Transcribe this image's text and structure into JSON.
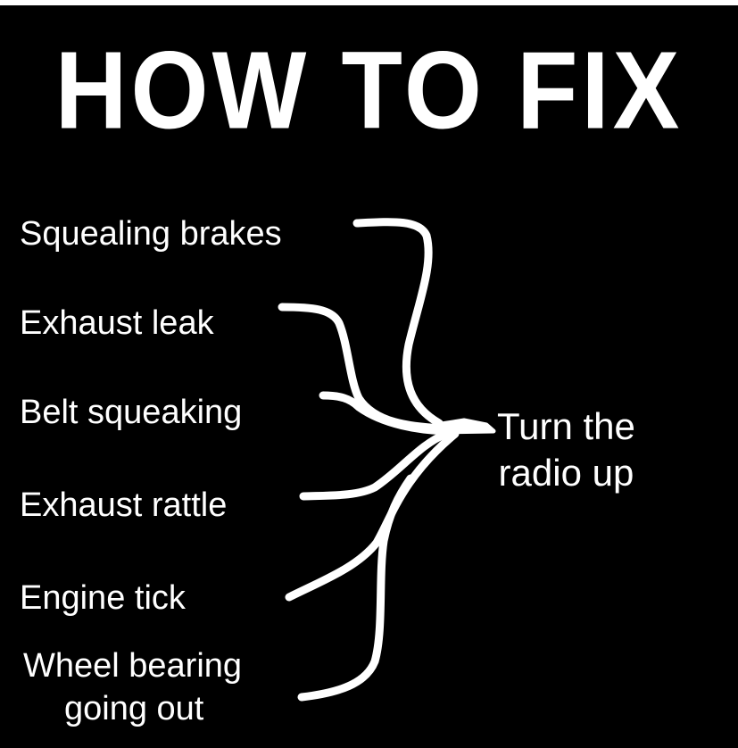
{
  "title": "HOW TO FIX",
  "problems": [
    "Squealing brakes",
    "Exhaust leak",
    "Belt squeaking",
    "Exhaust rattle",
    "Engine tick",
    "Wheel bearing",
    "going out"
  ],
  "solution": {
    "line1": "Turn the",
    "line2": "radio up"
  },
  "colors": {
    "background": "#000000",
    "foreground": "#ffffff"
  }
}
